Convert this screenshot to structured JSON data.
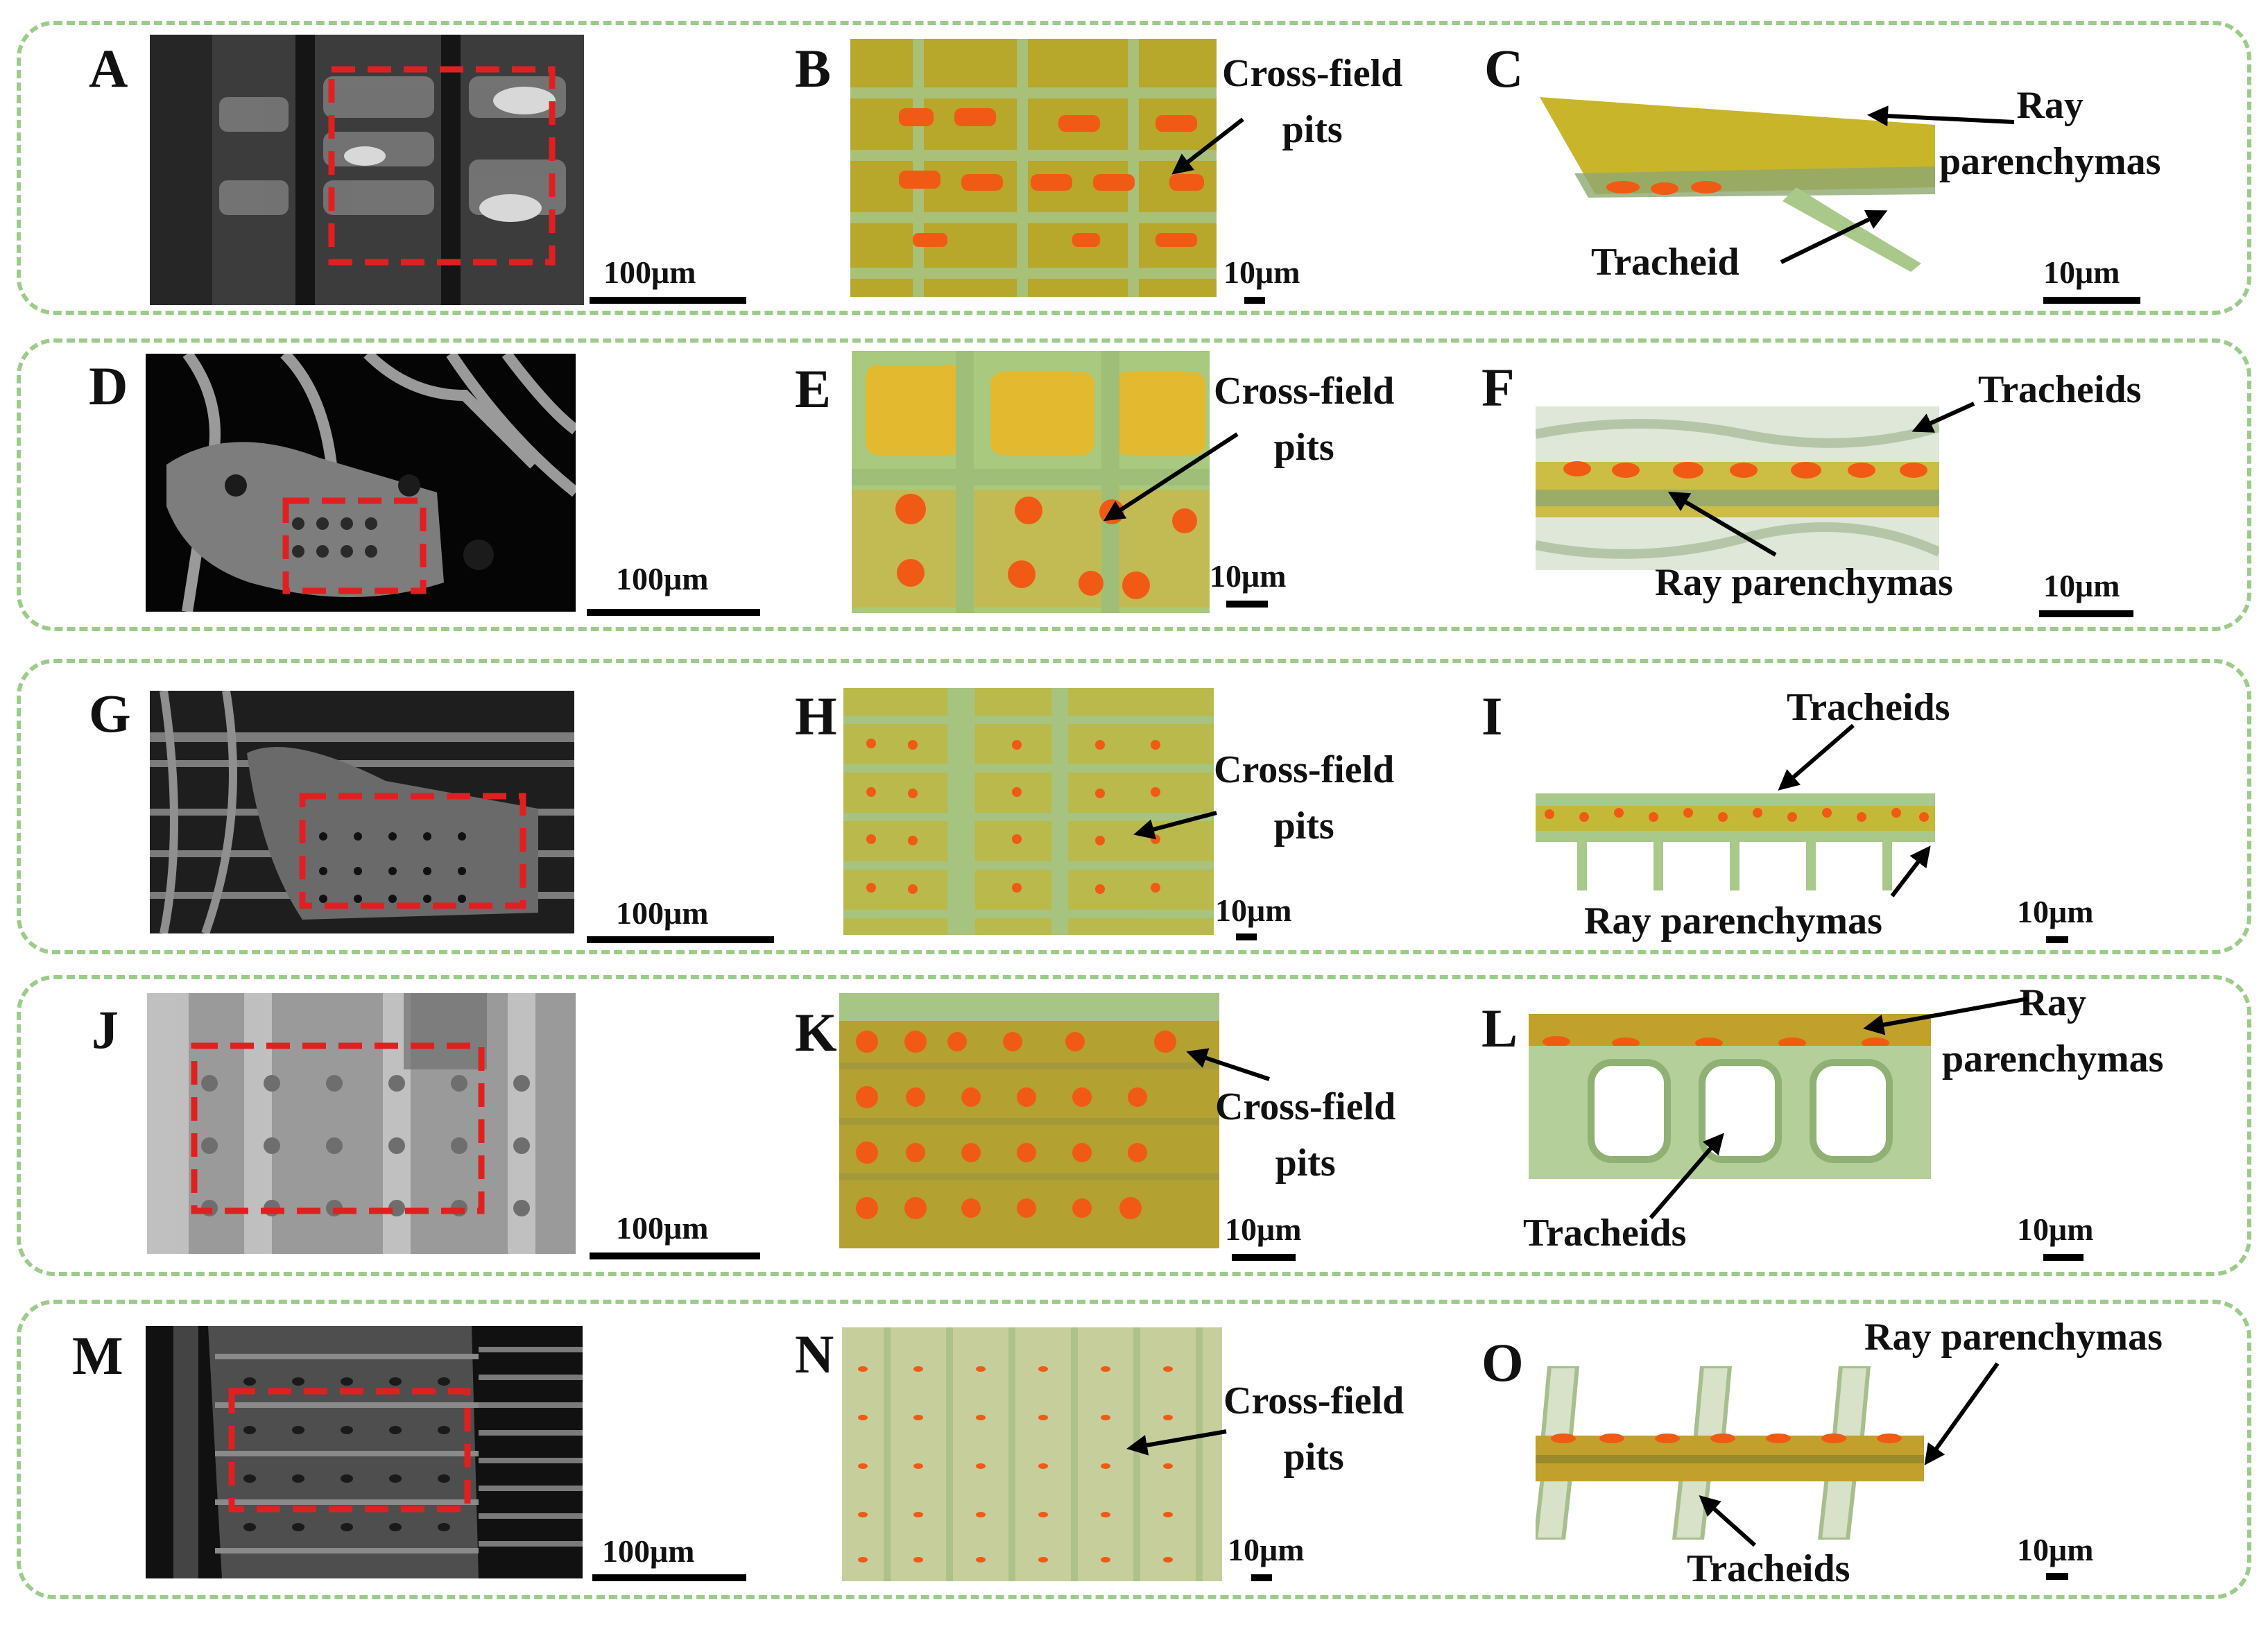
{
  "rows": [
    {
      "panels": [
        "A",
        "B",
        "C"
      ],
      "scale_main": "100μm",
      "scale_mid": "10μm",
      "scale_right": "10μm",
      "mid_annotation": [
        "Cross-field",
        "pits"
      ],
      "right_annotations": [
        [
          "Ray",
          "parenchymas"
        ],
        [
          "Tracheid"
        ]
      ]
    },
    {
      "panels": [
        "D",
        "E",
        "F"
      ],
      "scale_main": "100μm",
      "scale_mid": "10μm",
      "scale_right": "10μm",
      "mid_annotation": [
        "Cross-field",
        "pits"
      ],
      "right_annotations": [
        [
          "Tracheids"
        ],
        [
          "Ray parenchymas"
        ]
      ]
    },
    {
      "panels": [
        "G",
        "H",
        "I"
      ],
      "scale_main": "100μm",
      "scale_mid": "10μm",
      "scale_right": "10μm",
      "mid_annotation": [
        "Cross-field",
        "pits"
      ],
      "right_annotations": [
        [
          "Tracheids"
        ],
        [
          "Ray parenchymas"
        ]
      ]
    },
    {
      "panels": [
        "J",
        "K",
        "L"
      ],
      "scale_main": "100μm",
      "scale_mid": "10μm",
      "scale_right": "10μm",
      "mid_annotation": [
        "Cross-field",
        "pits"
      ],
      "right_annotations": [
        [
          "Ray",
          "parenchymas"
        ],
        [
          "Tracheids"
        ]
      ]
    },
    {
      "panels": [
        "M",
        "N",
        "O"
      ],
      "scale_main": "100μm",
      "scale_mid": "10μm",
      "scale_right": "10μm",
      "mid_annotation": [
        "Cross-field",
        "pits"
      ],
      "right_annotations": [
        [
          "Ray parenchymas"
        ],
        [
          "Tracheids"
        ]
      ]
    }
  ],
  "colors": {
    "frame": "#9ccc8a",
    "roi_box": "#e02020",
    "pit": "#f05a14",
    "ray_yellow": "#c9b52a",
    "tracheid_green": "#a9c98a"
  }
}
